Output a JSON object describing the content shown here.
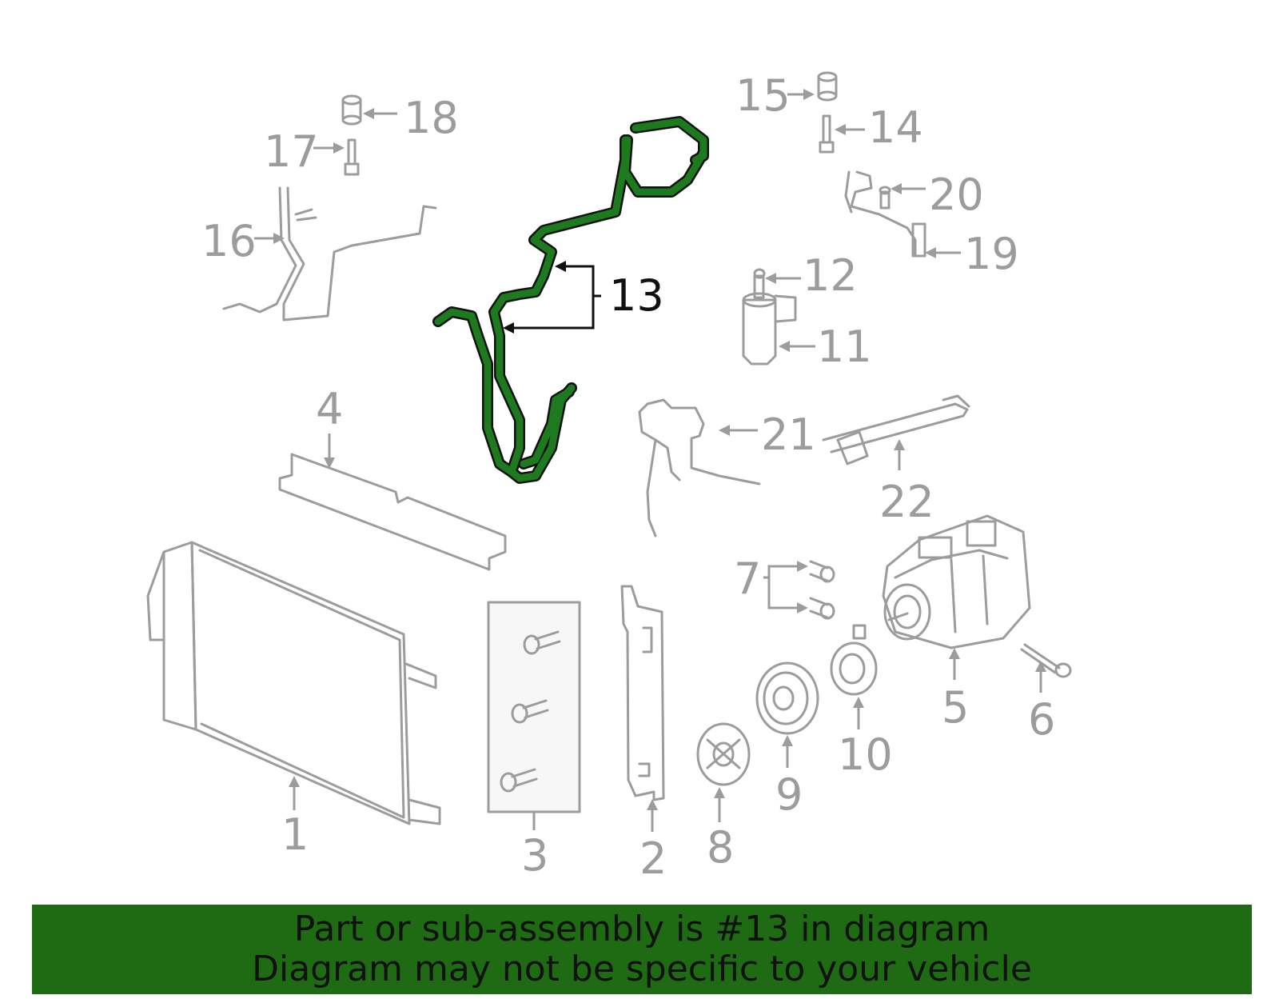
{
  "diagram": {
    "callouts": {
      "c1": "1",
      "c2": "2",
      "c3": "3",
      "c4": "4",
      "c5": "5",
      "c6": "6",
      "c7": "7",
      "c8": "8",
      "c9": "9",
      "c10": "10",
      "c11": "11",
      "c12": "12",
      "c13": "13",
      "c14": "14",
      "c15": "15",
      "c16": "16",
      "c17": "17",
      "c18": "18",
      "c19": "19",
      "c20": "20",
      "c21": "21",
      "c22": "22"
    },
    "highlighted_part": "13",
    "colors": {
      "highlight": "#1e7a1e",
      "parts": "#9c9c9c",
      "banner": "#1e6b14"
    }
  },
  "banner": {
    "line1": "Part or sub-assembly is #13 in diagram",
    "line2": "Diagram may not be specific to your vehicle"
  }
}
